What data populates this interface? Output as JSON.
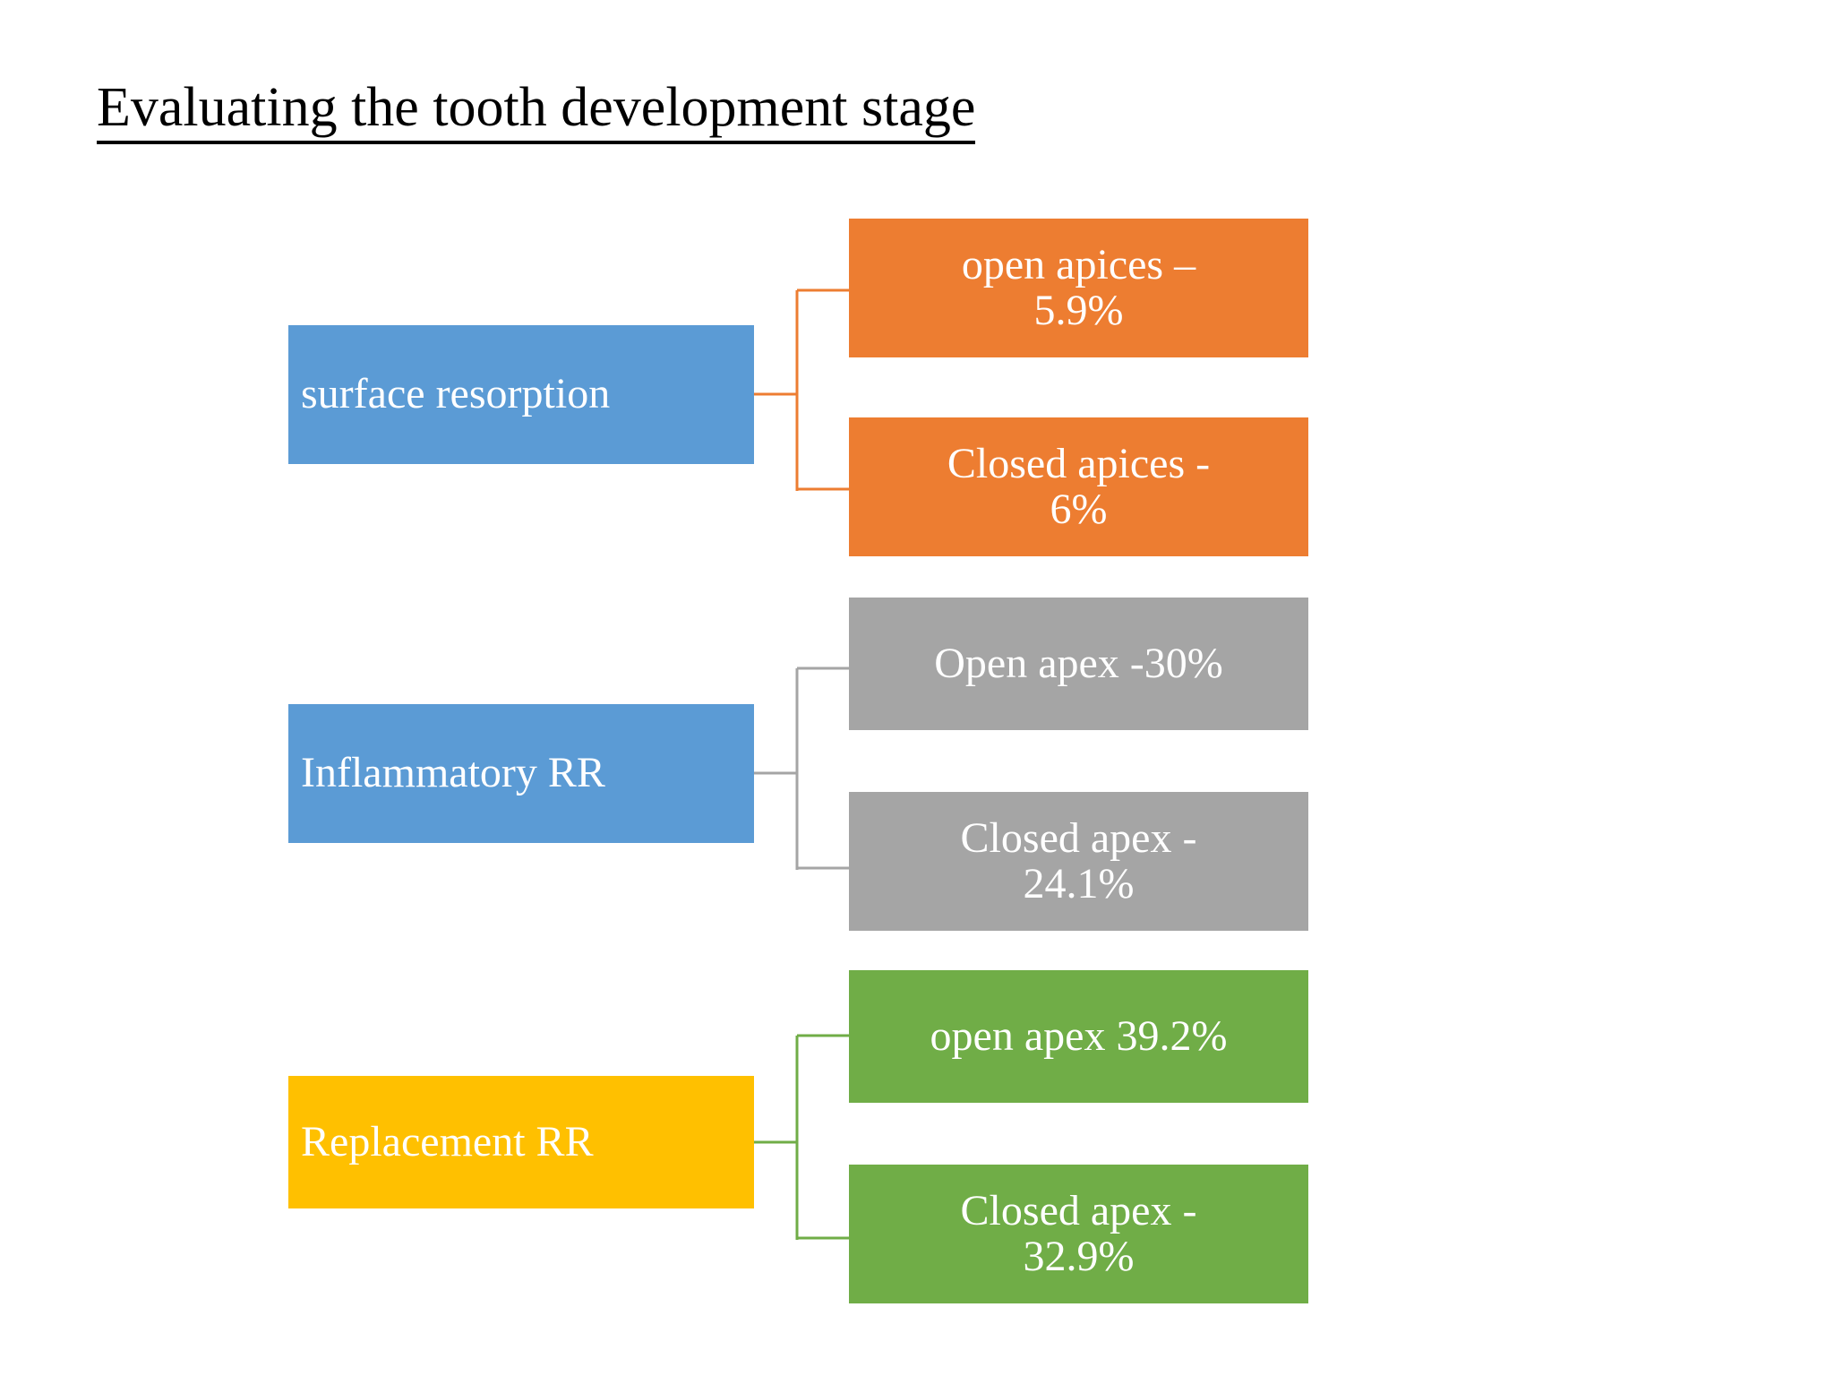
{
  "slide": {
    "background": "#FFFFFF",
    "title": "Evaluating the tooth development stage"
  },
  "colors": {
    "blue": "#5B9BD5",
    "yellow": "#FFC000",
    "orange": "#ED7D31",
    "gray": "#A5A5A5",
    "green": "#70AD47",
    "text_on_box": "#FFFFFF",
    "title_text": "#000000"
  },
  "diagram": {
    "type": "hierarchy",
    "branches": [
      {
        "parent": {
          "label": "surface resorption",
          "color": "#5B9BD5"
        },
        "connector_color": "#ED7D31",
        "children": [
          {
            "label": "open apices –\n5.9%",
            "color": "#ED7D31",
            "value": 5.9,
            "condition": "open apices"
          },
          {
            "label": "Closed apices -\n6%",
            "color": "#ED7D31",
            "value": 6,
            "condition": "Closed apices"
          }
        ]
      },
      {
        "parent": {
          "label": "Inflammatory RR",
          "color": "#5B9BD5"
        },
        "connector_color": "#A5A5A5",
        "children": [
          {
            "label": "Open apex -30%",
            "color": "#A5A5A5",
            "value": 30,
            "condition": "Open apex"
          },
          {
            "label": "Closed apex -\n24.1%",
            "color": "#A5A5A5",
            "value": 24.1,
            "condition": "Closed apex"
          }
        ]
      },
      {
        "parent": {
          "label": "Replacement RR",
          "color": "#FFC000"
        },
        "connector_color": "#70AD47",
        "children": [
          {
            "label": "open apex 39.2%",
            "color": "#70AD47",
            "value": 39.2,
            "condition": "open apex"
          },
          {
            "label": "Closed apex -\n32.9%",
            "color": "#70AD47",
            "value": 32.9,
            "condition": "Closed apex"
          }
        ]
      }
    ]
  }
}
